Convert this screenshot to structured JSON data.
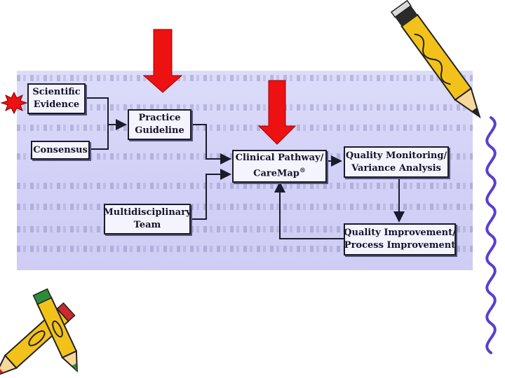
{
  "diagram": {
    "nodes": {
      "scientific_evidence": {
        "line1": "Scientific",
        "line2": "Evidence"
      },
      "consensus": {
        "label": "Consensus"
      },
      "practice_guideline": {
        "line1": "Practice",
        "line2": "Guideline"
      },
      "multidisciplinary_team": {
        "line1": "Multidisciplinary",
        "line2": "Team"
      },
      "clinical_pathway": {
        "line1": "Clinical Pathway/",
        "line2": "CareMap",
        "mark": "®"
      },
      "quality_monitoring": {
        "line1": "Quality Monitoring/",
        "line2": "Variance Analysis"
      },
      "quality_improvement": {
        "line1": "Quality Improvement/",
        "line2": "Process Improvement"
      }
    },
    "highlight_color": "#ee1111",
    "edges": [
      [
        "scientific_evidence",
        "practice_guideline"
      ],
      [
        "consensus",
        "practice_guideline"
      ],
      [
        "practice_guideline",
        "clinical_pathway"
      ],
      [
        "multidisciplinary_team",
        "clinical_pathway"
      ],
      [
        "clinical_pathway",
        "quality_monitoring"
      ],
      [
        "quality_monitoring",
        "quality_improvement"
      ],
      [
        "quality_improvement",
        "clinical_pathway"
      ]
    ]
  },
  "decorations": {
    "icons": [
      "red-arrow-icon",
      "red-arrow-icon",
      "star-burst-icon",
      "pencil-icon",
      "pencils-icon",
      "squiggle-icon"
    ]
  }
}
